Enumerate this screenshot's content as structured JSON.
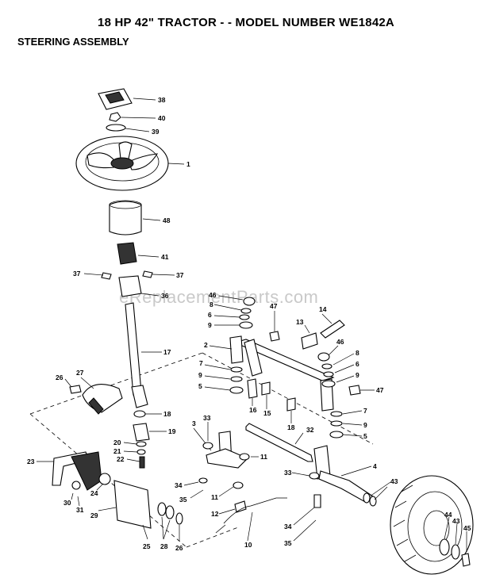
{
  "header": {
    "title": "18 HP 42\" TRACTOR - - MODEL NUMBER WE1842A",
    "subtitle": "STEERING ASSEMBLY"
  },
  "watermark": "eReplacementParts.com",
  "callouts": {
    "c38": "38",
    "c40": "40",
    "c39": "39",
    "c1": "1",
    "c48": "48",
    "c41": "41",
    "c37a": "37",
    "c37b": "37",
    "c36": "36",
    "c17": "17",
    "c27": "27",
    "c26a": "26",
    "c18a": "18",
    "c19": "19",
    "c20": "20",
    "c21": "21",
    "c22": "22",
    "c23": "23",
    "c30": "30",
    "c31": "31",
    "c24": "24",
    "c29": "29",
    "c25": "25",
    "c28": "28",
    "c26b": "26",
    "c46a": "46",
    "c8a": "8",
    "c6a": "6",
    "c9a": "9",
    "c47a": "47",
    "c14": "14",
    "c13": "13",
    "c2": "2",
    "c7a": "7",
    "c9b": "9",
    "c5a": "5",
    "c16": "16",
    "c15": "15",
    "c18b": "18",
    "c46b": "46",
    "c8b": "8",
    "c6b": "6",
    "c9c": "9",
    "c47b": "47",
    "c3": "3",
    "c33a": "33",
    "c32": "32",
    "c11a": "11",
    "c7b": "7",
    "c9d": "9",
    "c5b": "5",
    "c4": "4",
    "c33b": "33",
    "c34a": "34",
    "c35a": "35",
    "c11b": "11",
    "c12": "12",
    "c10": "10",
    "c34b": "34",
    "c35b": "35",
    "c43a": "43",
    "c44": "44",
    "c43b": "43",
    "c45": "45"
  }
}
